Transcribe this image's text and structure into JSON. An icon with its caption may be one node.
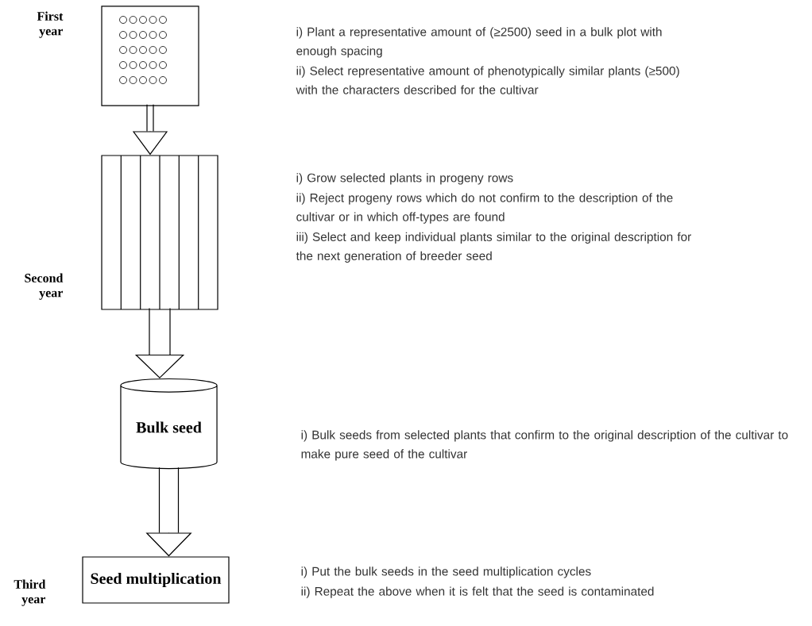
{
  "diagram": {
    "nodes": [
      {
        "text": [],
        "shape": "box"
      },
      {
        "text": [],
        "shape": "box"
      },
      {
        "text": [
          "Bulk seed"
        ]
      },
      {
        "text": [
          "Seed multiplication"
        ]
      }
    ],
    "edges": [
      {
        "from": 0,
        "to": 1,
        "arrow": "to"
      },
      {
        "from": 1,
        "to": 2,
        "arrow": "to"
      },
      {
        "from": 2,
        "to": 3,
        "arrow": "to"
      }
    ],
    "labels": [
      "First year",
      "i) Plant a representative amount of (≥2500) seed in a bulk plot with enough spacing",
      "ii) Select representative amount of phenotypically similar plants (≥500) with the characters described for the cultivar",
      "i) Grow selected plants in progeny rows",
      "Second year",
      "ii) Reject progeny rows which do not confirm to the description of the cultivar or in which off-types are found",
      "iii) Select and keep individual plants similar to the original description for the next generation of breeder seed",
      "i) Bulk seeds from selected plants that confirm to the original description of the cultivar to make pure seed of the cultivar",
      "i) Put the bulk seeds in the seed multiplication cycles",
      "Third year",
      "ii) Repeat the above when it is felt that the seed is contaminated"
    ]
  }
}
